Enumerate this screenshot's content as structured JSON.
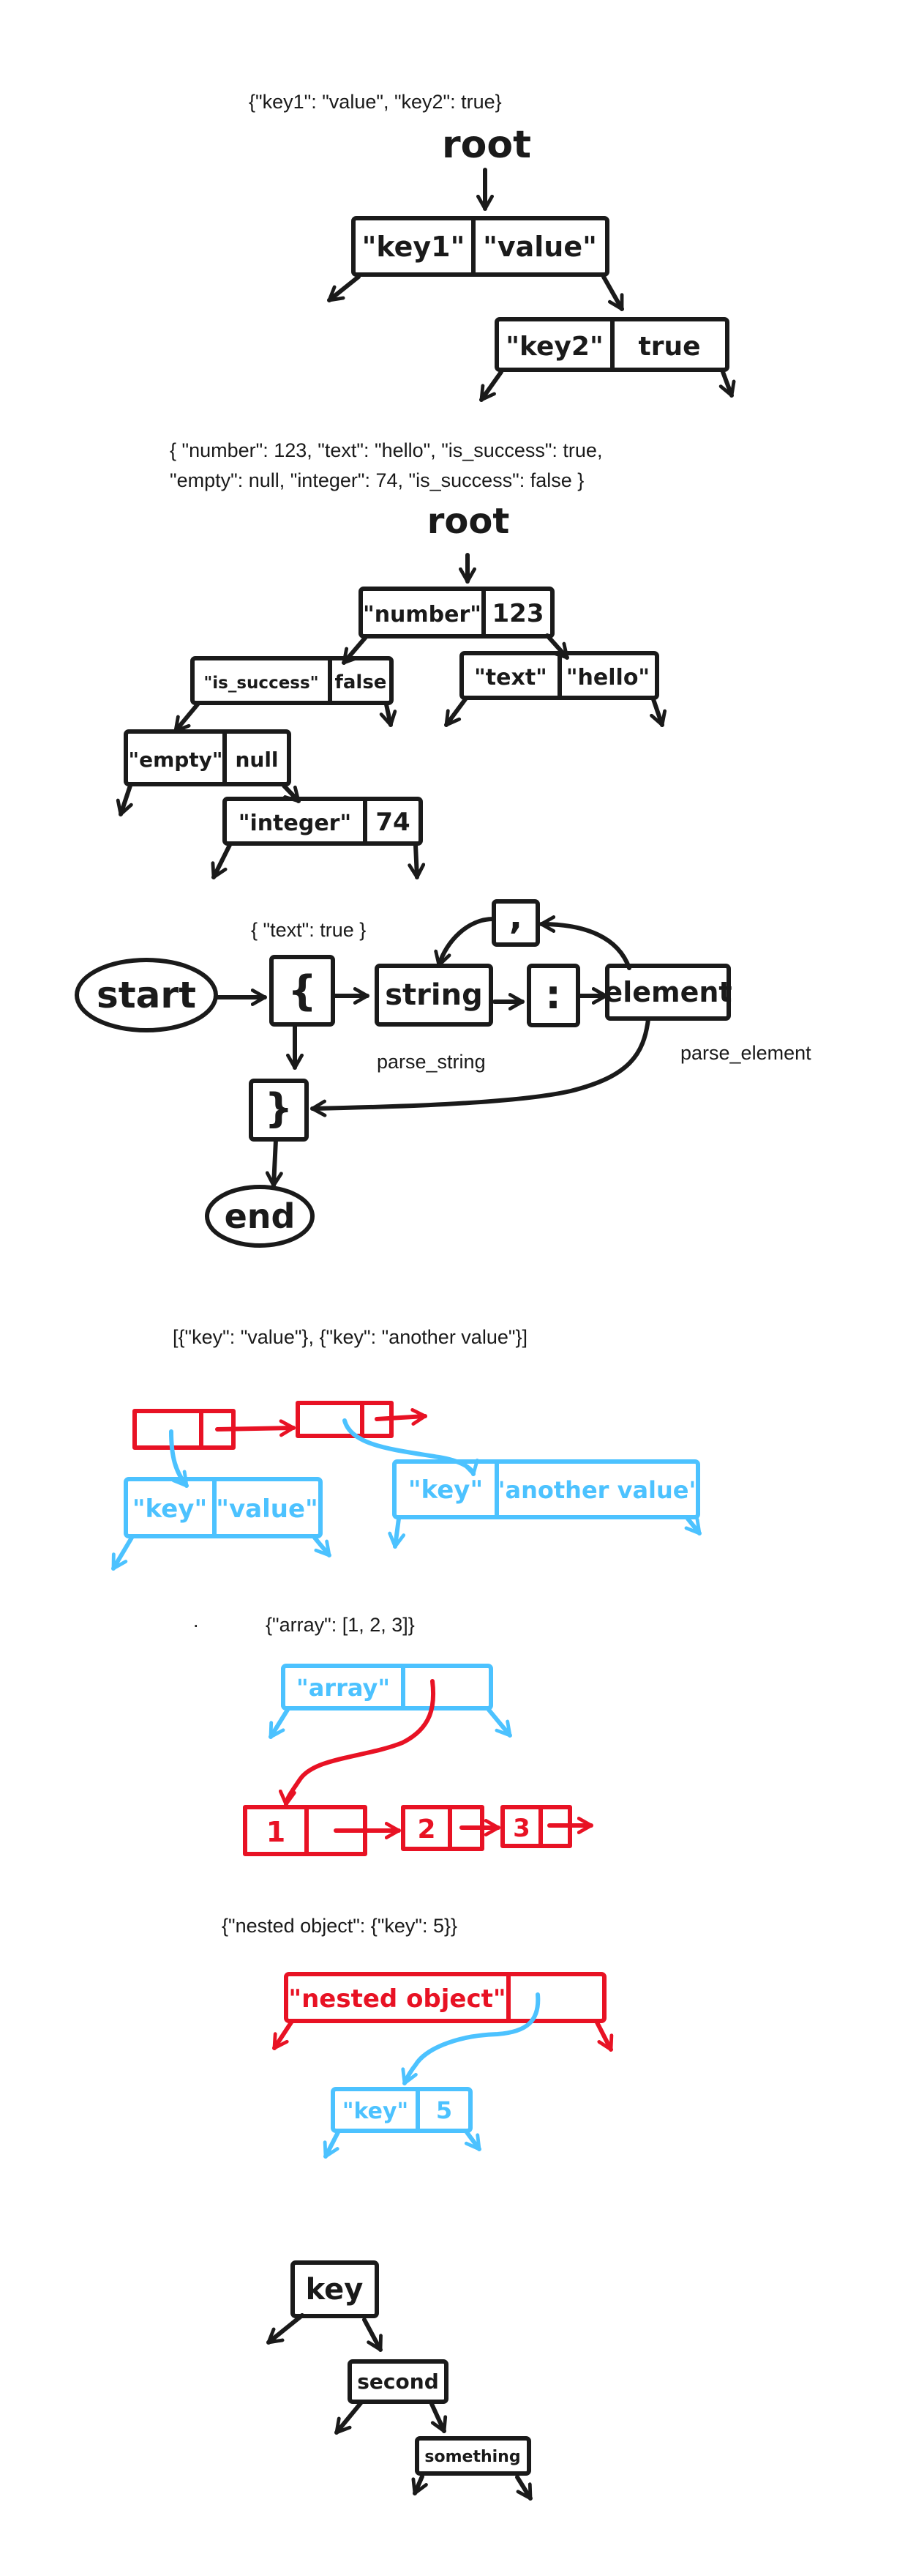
{
  "example1": {
    "json": "{\"key1\": \"value\", \"key2\": true}",
    "root": "root",
    "nodes": [
      {
        "key": "\"key1\"",
        "value": "\"value\""
      },
      {
        "key": "\"key2\"",
        "value": "true"
      }
    ]
  },
  "example2": {
    "json_lines": [
      "{ \"number\": 123, \"text\": \"hello\", \"is_success\": true,",
      "\"empty\": null, \"integer\": 74, \"is_success\": false }"
    ],
    "root": "root",
    "nodes": [
      {
        "key": "\"number\"",
        "value": "123"
      },
      {
        "key": "\"is_success\"",
        "value": "false"
      },
      {
        "key": "\"text\"",
        "value": "\"hello\""
      },
      {
        "key": "\"empty\"",
        "value": "null"
      },
      {
        "key": "\"integer\"",
        "value": "74"
      }
    ]
  },
  "flowchart": {
    "json": "{ \"text\": true }",
    "start": "start",
    "open_brace": "{",
    "string": "string",
    "colon": ":",
    "element": "element",
    "comma": ",",
    "close_brace": "}",
    "end": "end",
    "parse_string_label": "parse_string",
    "parse_element_label": "parse_element"
  },
  "example4": {
    "json": "[{\"key\": \"value\"}, {\"key\": \"another value\"}]",
    "nodes": [
      {
        "key": "\"key\"",
        "value": "\"value\""
      },
      {
        "key": "\"key\"",
        "value": "\"another value\""
      }
    ]
  },
  "example5": {
    "dot": ".",
    "json": "{\"array\": [1, 2, 3]}",
    "key": "\"array\"",
    "items": [
      "1",
      "2",
      "3"
    ]
  },
  "example6": {
    "json": "{\"nested object\": {\"key\": 5}}",
    "outer_key": "\"nested object\"",
    "inner": {
      "key": "\"key\"",
      "value": "5"
    }
  },
  "example7": {
    "nodes": [
      "key",
      "second",
      "something"
    ]
  },
  "colors": {
    "ink": "#1a1a1a",
    "red": "#e81224",
    "blue": "#4cc2ff"
  }
}
